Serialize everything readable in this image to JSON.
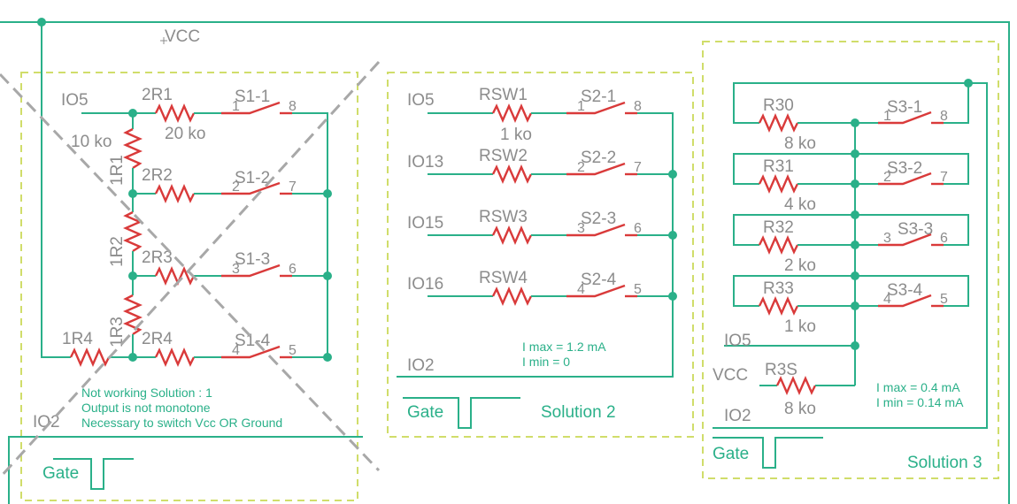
{
  "colors": {
    "wire": "#2ab089",
    "part": "#d93a3a",
    "frame": "#d0dd6a",
    "label": "#8c8c8c",
    "cross": "#a8a8a8"
  },
  "global": {
    "vcc": "VCC"
  },
  "sol1": {
    "io5": "IO5",
    "io2": "IO2",
    "gate": "Gate",
    "r_2r1": "2R1",
    "v_20k": "20 ko",
    "v_10k": "10 ko",
    "r_1r1": "1R1",
    "r_2r2": "2R2",
    "r_1r2": "1R2",
    "r_2r3": "2R3",
    "r_1r3": "1R3",
    "r_1r4": "1R4",
    "r_2r4": "2R4",
    "s1": "S1-1",
    "s2": "S1-2",
    "s3": "S1-3",
    "s4": "S1-4",
    "p1": "1",
    "p2": "2",
    "p3": "3",
    "p4": "4",
    "n8": "8",
    "n7": "7",
    "n6": "6",
    "n5": "5",
    "note1": "Not working Solution : 1",
    "note2": "Output is not monotone",
    "note3": "Necessary to switch Vcc OR Ground"
  },
  "sol2": {
    "io5": "IO5",
    "io13": "IO13",
    "io15": "IO15",
    "io16": "IO16",
    "io2": "IO2",
    "gate": "Gate",
    "title": "Solution 2",
    "rsw1": "RSW1",
    "rsw2": "RSW2",
    "rsw3": "RSW3",
    "rsw4": "RSW4",
    "v1k": "1 ko",
    "s1": "S2-1",
    "s2": "S2-2",
    "s3": "S2-3",
    "s4": "S2-4",
    "p1": "1",
    "p2": "2",
    "p3": "3",
    "p4": "4",
    "n8": "8",
    "n7": "7",
    "n6": "6",
    "n5": "5",
    "imax": "I max = 1.2 mA",
    "imin": "I min = 0"
  },
  "sol3": {
    "r30": "R30",
    "v30": "8 ko",
    "r31": "R31",
    "v31": "4 ko",
    "r32": "R32",
    "v32": "2 ko",
    "r33": "R33",
    "v33": "1 ko",
    "s1": "S3-1",
    "s2": "S3-2",
    "s3": "S3-3",
    "s4": "S3-4",
    "p1": "1",
    "p2": "2",
    "p3": "3",
    "p4": "4",
    "n8": "8",
    "n7": "7",
    "n6": "6",
    "n5": "5",
    "io5": "IO5",
    "vcc": "VCC",
    "r3s": "R3S",
    "v3s": "8 ko",
    "io2": "IO2",
    "gate": "Gate",
    "title": "Solution 3",
    "imax": "I max = 0.4 mA",
    "imin": "I min  = 0.14 mA"
  }
}
